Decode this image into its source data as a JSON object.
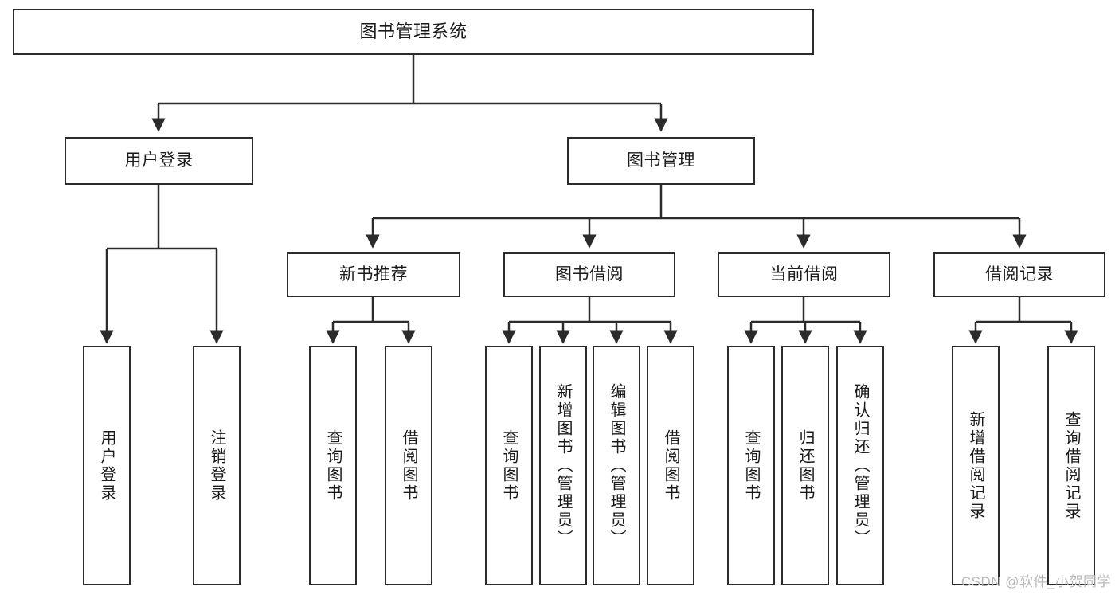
{
  "diagram": {
    "title": "图书管理系统",
    "type": "hierarchy-tree",
    "root": {
      "label": "图书管理系统"
    },
    "level1": [
      {
        "label": "用户登录"
      },
      {
        "label": "图书管理"
      }
    ],
    "level2": [
      {
        "label": "新书推荐"
      },
      {
        "label": "图书借阅"
      },
      {
        "label": "当前借阅"
      },
      {
        "label": "借阅记录"
      }
    ],
    "leaves": {
      "user_login": [
        {
          "label": "用户登录"
        },
        {
          "label": "注销登录"
        }
      ],
      "new_book_recommend": [
        {
          "label": "查询图书"
        },
        {
          "label": "借阅图书"
        }
      ],
      "book_borrow": [
        {
          "label": "查询图书"
        },
        {
          "label": "新增图书（管理员）"
        },
        {
          "label": "编辑图书（管理员）"
        },
        {
          "label": "借阅图书"
        }
      ],
      "current_borrow": [
        {
          "label": "查询图书"
        },
        {
          "label": "归还图书"
        },
        {
          "label": "确认归还（管理员）"
        }
      ],
      "borrow_record": [
        {
          "label": "新增借阅记录"
        },
        {
          "label": "查询借阅记录"
        }
      ]
    }
  },
  "watermark": {
    "text": "CSDN @软件_小贺同学"
  },
  "colors": {
    "stroke": "#2b2b2b",
    "background": "#ffffff",
    "text": "#1a1a1a",
    "watermark": "#b9b9b9"
  }
}
